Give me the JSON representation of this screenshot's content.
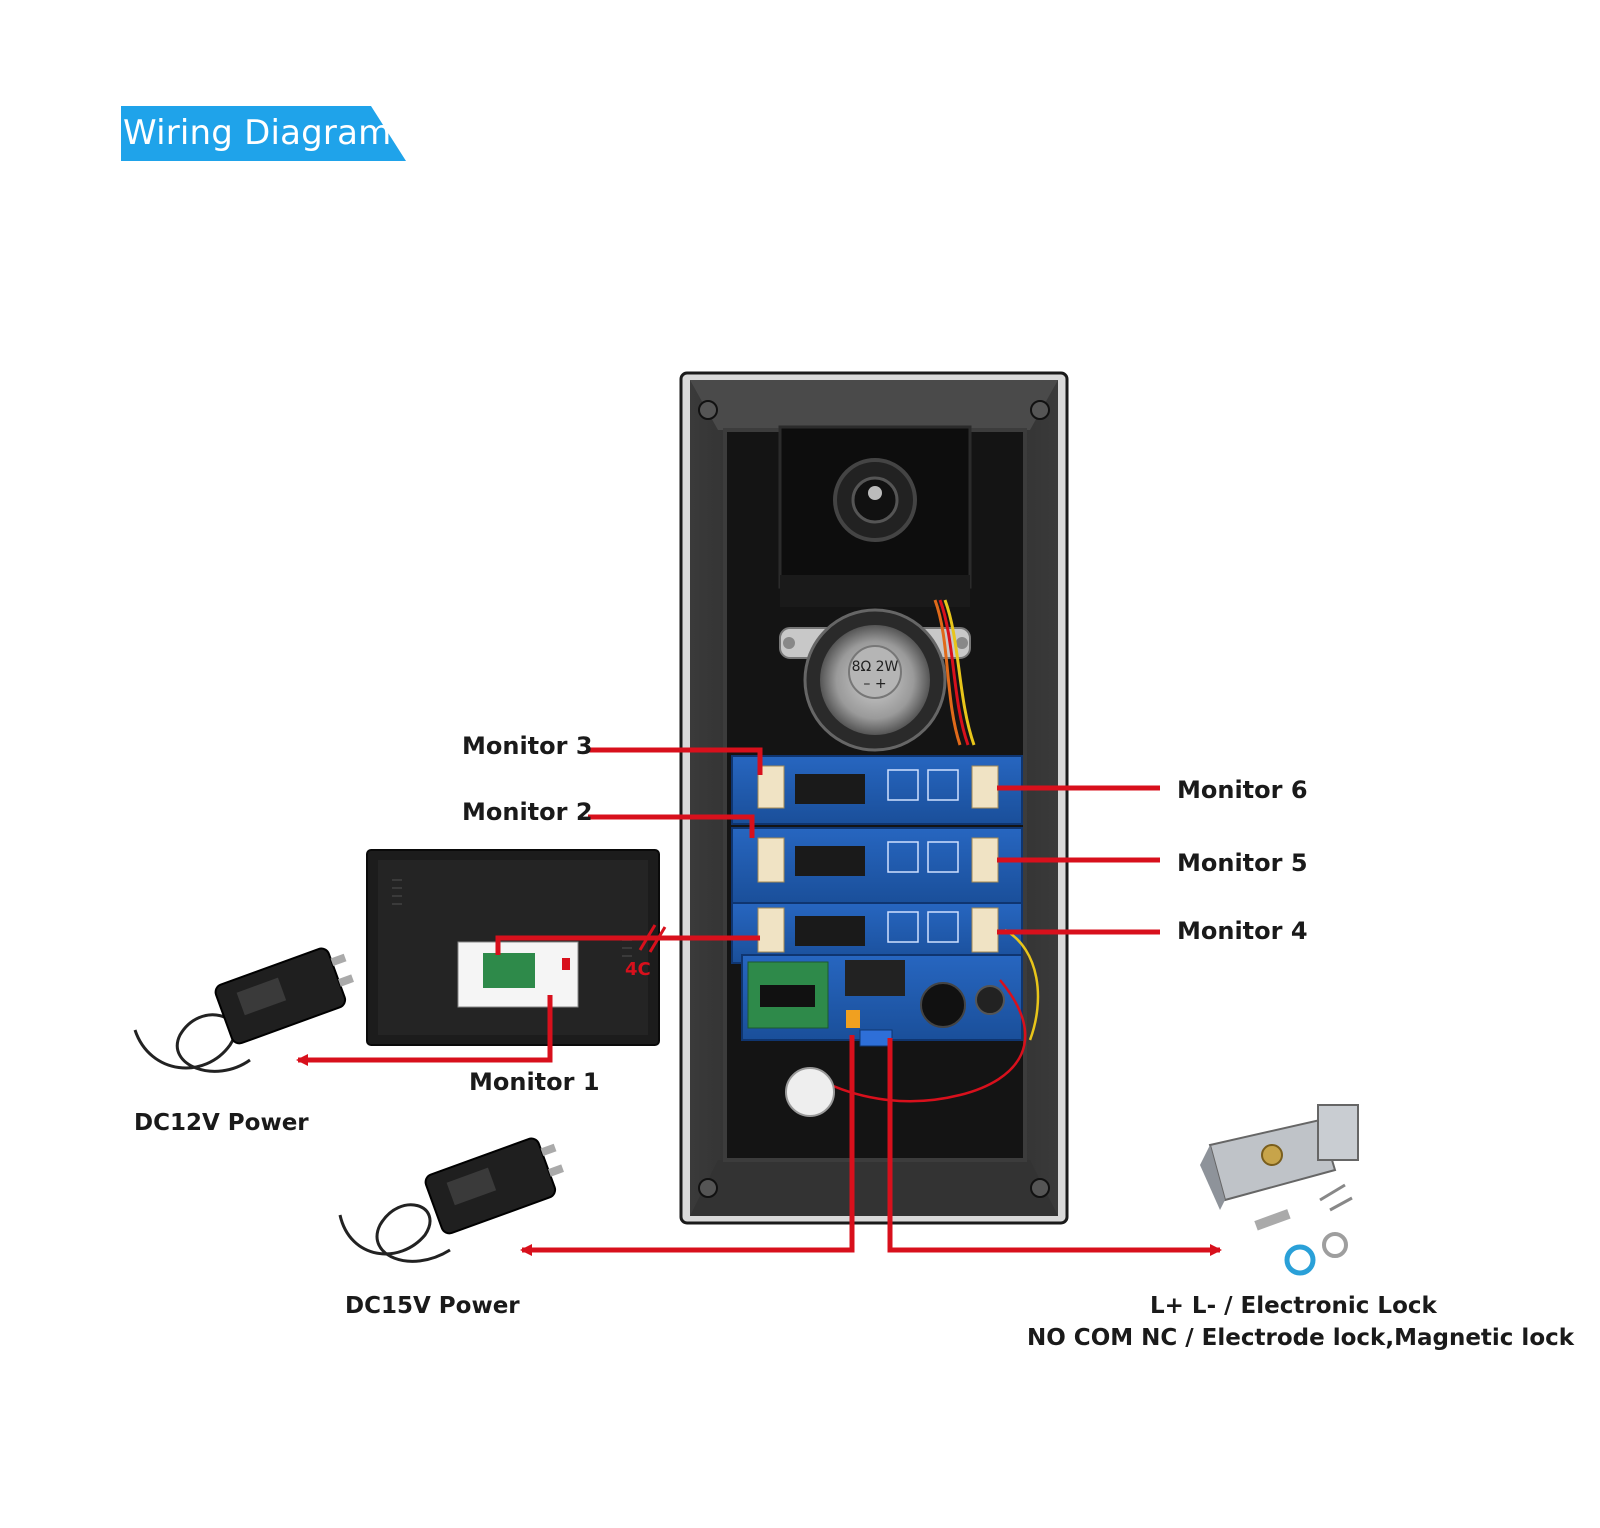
{
  "title": "Wiring Diagram",
  "speaker_label": "8Ω 2W",
  "speaker_polarity": "– +",
  "monitor_tag": "4C",
  "labels": {
    "monitor1": "Monitor 1",
    "monitor2": "Monitor 2",
    "monitor3": "Monitor 3",
    "monitor4": "Monitor 4",
    "monitor5": "Monitor 5",
    "monitor6": "Monitor 6",
    "dc12v": "DC12V Power",
    "dc15v": "DC15V Power",
    "lock_line1": "L+ L- / Electronic Lock",
    "lock_line2": "NO COM NC / Electrode lock,Magnetic lock"
  },
  "colors": {
    "title_bg": "#1fa3ea",
    "wire": "#d8101c",
    "board": "#1f5fb3",
    "housing": "#2a2a2a"
  }
}
